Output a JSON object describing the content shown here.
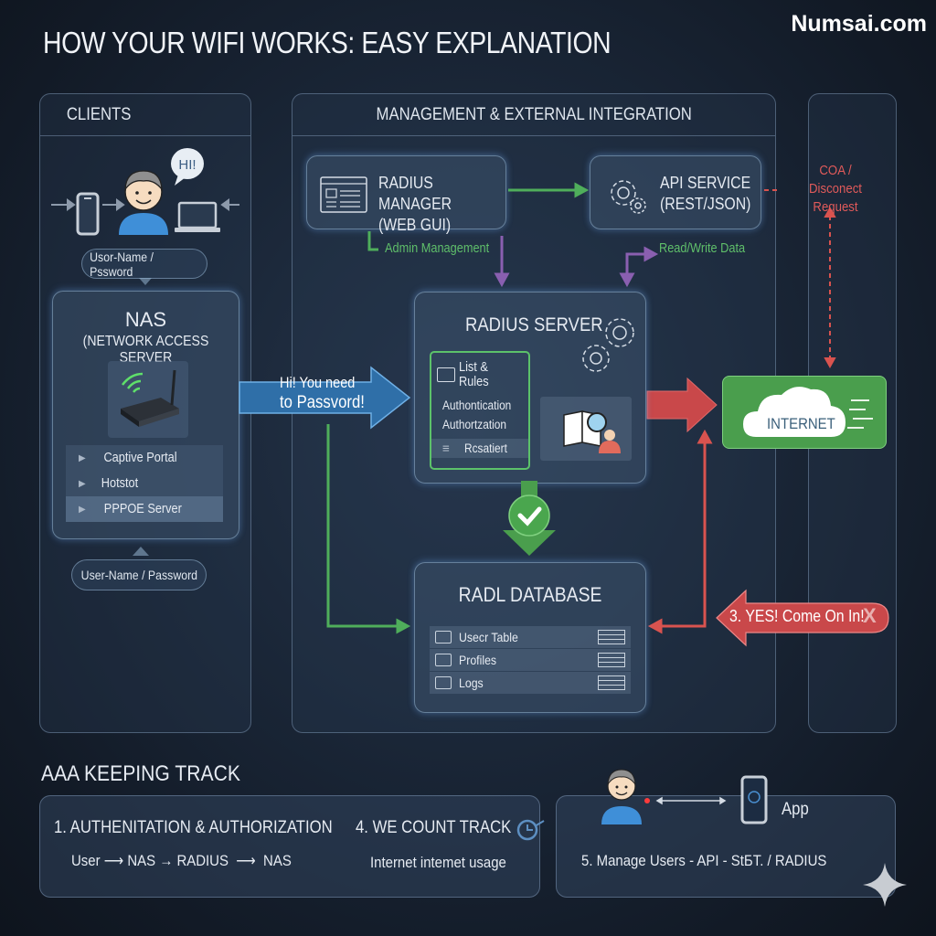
{
  "header": {
    "title": "HOW YOUR WIFI WORKS: EASY EXPLANATION",
    "brand": "Numsai.com"
  },
  "clients": {
    "heading": "CLIENTS",
    "speech_bubble": "HI!",
    "credentials_top": "Usor-Name / Pssword",
    "icons": [
      "smartphone-icon",
      "user-avatar-icon",
      "laptop-icon"
    ]
  },
  "nas": {
    "title": "NAS",
    "subtitle": "(NETWORK ACCESS SERVER",
    "items": [
      "Captive Portal",
      "Hotstot",
      "PPPOE Server"
    ],
    "credentials_bottom": "User-Name / Password"
  },
  "management": {
    "heading": "MANAGEMENT & EXTERNAL INTEGRATION",
    "radius_manager": {
      "line1": "RADIUS MANAGER",
      "line2": "(WEB GUI)"
    },
    "api_service": {
      "line1": "API SERVICE",
      "line2": "(REST/JSON)"
    },
    "admin_label": "Admin Management",
    "rw_label": "Read/Write Data"
  },
  "radius_server": {
    "title": "RADIUS SERVER",
    "rules_title": "List & Rules",
    "rules_items": [
      "Authontication",
      "Authortzation"
    ],
    "rules_footer": "Rcsatiert"
  },
  "request_arrow": {
    "line1": "Hi! You need",
    "line2": "to Passvord!"
  },
  "internet": {
    "label": "INTERNET"
  },
  "coa": {
    "line1": "COA /",
    "line2": "Disconect Request"
  },
  "yes_arrow": {
    "label": "3. YES! Come On In!",
    "close": "X"
  },
  "database": {
    "title": "RADL DATABASE",
    "rows": [
      "Usecr Table",
      "Profiles",
      "Logs"
    ]
  },
  "aaa": {
    "heading": "AAA KEEPING TRACK",
    "step1_title": "1. AUTHENITATION & AUTHORIZATION",
    "step1_flow": [
      "User",
      "NAS",
      "RADIUS",
      "NAS"
    ],
    "step4_title": "4. WE COUNT TRACK",
    "step4_desc": "Internet intemet usage",
    "app_label": "App",
    "step5_title": "5. Manage Users - API - StБT. / RADIUS"
  },
  "colors": {
    "green": "#5fbf6a",
    "red": "#d9534f",
    "purple": "#8a5fb0",
    "blue_arrow": "#2f6fa8",
    "internet_green": "#4a9e4d"
  }
}
